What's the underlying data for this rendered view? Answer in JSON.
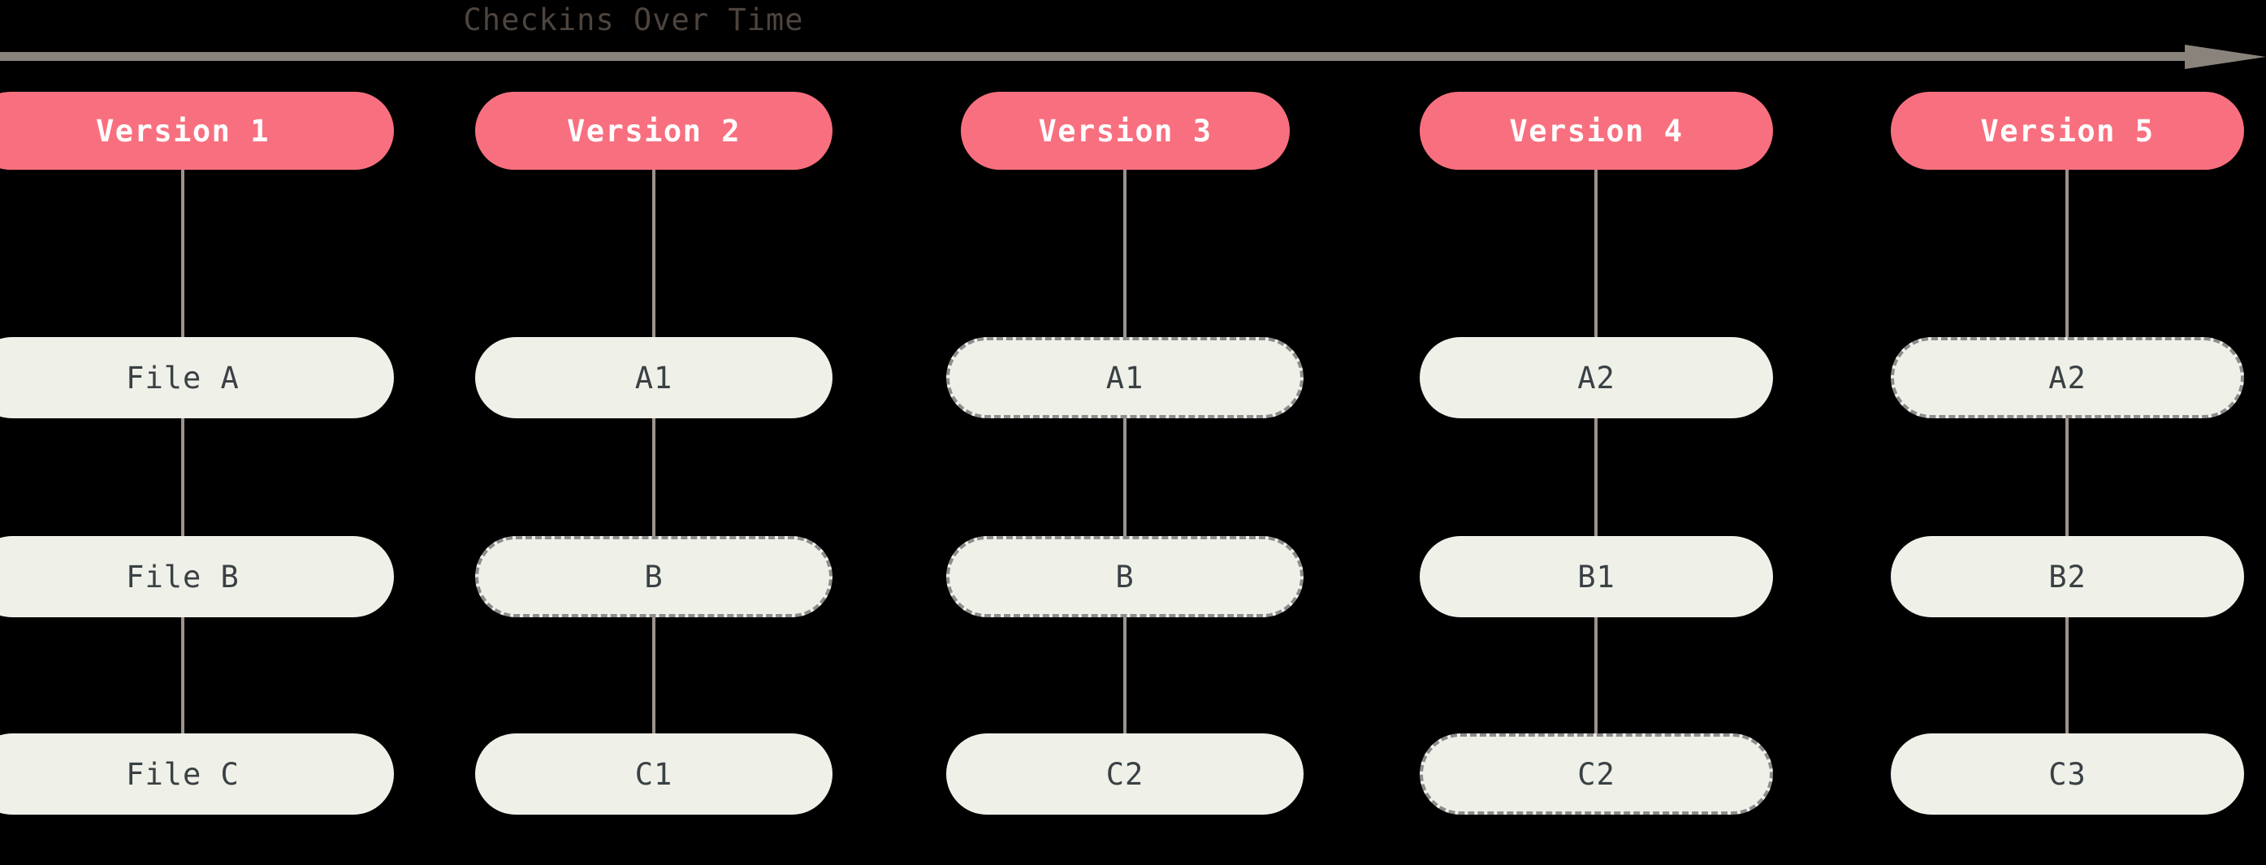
{
  "diagram": {
    "title": "Checkins Over Time",
    "background_color": "#000000",
    "title_color": "#4d443e",
    "arrow_color": "#8a837c",
    "connector_color": "#9c938d",
    "version_node_color": "#f8707f",
    "version_text_color": "#ffffff",
    "file_node_color": "#eff0e8",
    "file_text_color": "#3a4144",
    "dashed_border_color": "#8d8d8d"
  },
  "columns": [
    {
      "version_label": "Version 1",
      "files": [
        {
          "label": "File A",
          "style": "solid"
        },
        {
          "label": "File B",
          "style": "solid"
        },
        {
          "label": "File C",
          "style": "solid"
        }
      ]
    },
    {
      "version_label": "Version 2",
      "files": [
        {
          "label": "A1",
          "style": "solid"
        },
        {
          "label": "B",
          "style": "dashed"
        },
        {
          "label": "C1",
          "style": "solid"
        }
      ]
    },
    {
      "version_label": "Version 3",
      "files": [
        {
          "label": "A1",
          "style": "dashed"
        },
        {
          "label": "B",
          "style": "dashed"
        },
        {
          "label": "C2",
          "style": "solid"
        }
      ]
    },
    {
      "version_label": "Version 4",
      "files": [
        {
          "label": "A2",
          "style": "solid"
        },
        {
          "label": "B1",
          "style": "solid"
        },
        {
          "label": "C2",
          "style": "dashed"
        }
      ]
    },
    {
      "version_label": "Version 5",
      "files": [
        {
          "label": "A2",
          "style": "dashed"
        },
        {
          "label": "B2",
          "style": "solid"
        },
        {
          "label": "C3",
          "style": "solid"
        }
      ]
    }
  ]
}
